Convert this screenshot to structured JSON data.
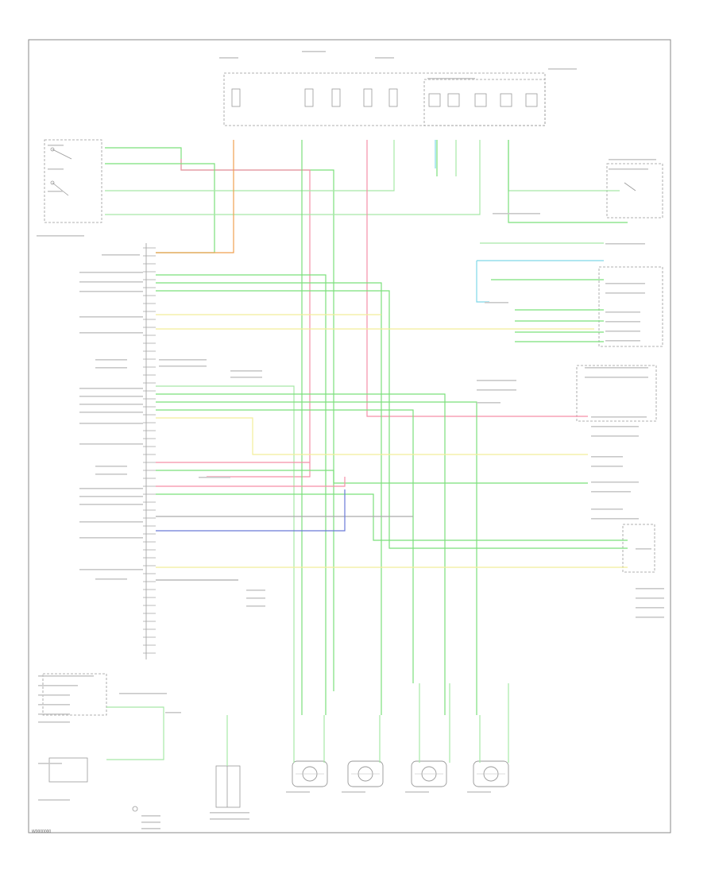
{
  "diagram": {
    "page_code": "W0000000",
    "colors": {
      "green": "#7be07b",
      "light_green": "#a6e8a6",
      "pink": "#f58fa8",
      "orange": "#f0a050",
      "yellow": "#f2ee9a",
      "blue": "#6a7ad8",
      "cyan": "#7fd8e8",
      "gray": "#aaaaaa"
    },
    "components": [
      {
        "id": "fuse-block",
        "icon": "fuse-block-icon"
      },
      {
        "id": "brake-lamp-switch",
        "icon": "switch-icon"
      },
      {
        "id": "abs-module",
        "icon": "module-connector-icon"
      },
      {
        "id": "traction-control-switch",
        "icon": "switch-icon"
      },
      {
        "id": "steering-angle-sensor",
        "icon": "sensor-icon"
      },
      {
        "id": "yaw-rate-sensor",
        "icon": "sensor-icon"
      },
      {
        "id": "brake-switch",
        "icon": "switch-icon"
      },
      {
        "id": "transmission-range-sensor",
        "icon": "sensor-icon"
      },
      {
        "id": "wheel-speed-sensor-rf",
        "icon": "wheel-sensor-icon"
      },
      {
        "id": "wheel-speed-sensor-lf",
        "icon": "wheel-sensor-icon"
      },
      {
        "id": "wheel-speed-sensor-rr",
        "icon": "wheel-sensor-icon"
      },
      {
        "id": "wheel-speed-sensor-lr",
        "icon": "wheel-sensor-icon"
      }
    ]
  }
}
